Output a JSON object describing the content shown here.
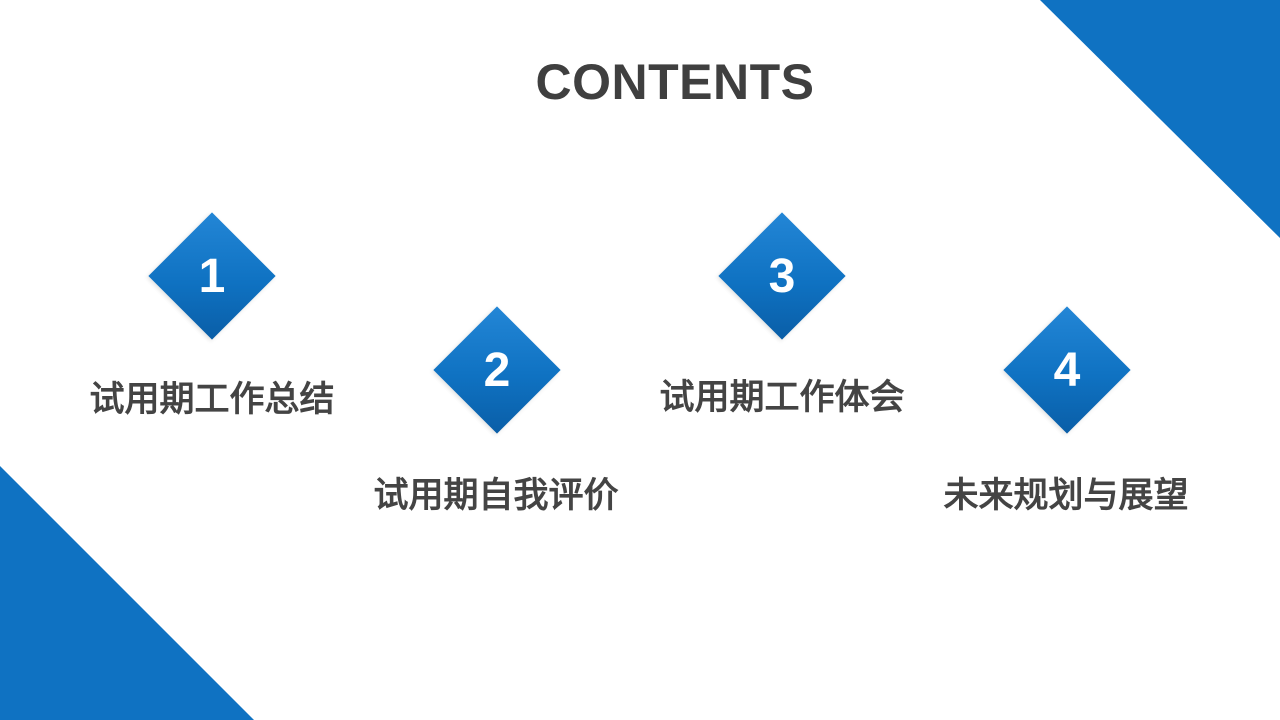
{
  "colors": {
    "accent": "#0f72c2",
    "accent_light": "#2386d6",
    "accent_dark": "#0a5ea7",
    "text": "#444444"
  },
  "title": "CONTENTS",
  "items": [
    {
      "number": "1",
      "label": "试用期工作总结"
    },
    {
      "number": "2",
      "label": "试用期自我评价"
    },
    {
      "number": "3",
      "label": "试用期工作体会"
    },
    {
      "number": "4",
      "label": "未来规划与展望"
    }
  ]
}
